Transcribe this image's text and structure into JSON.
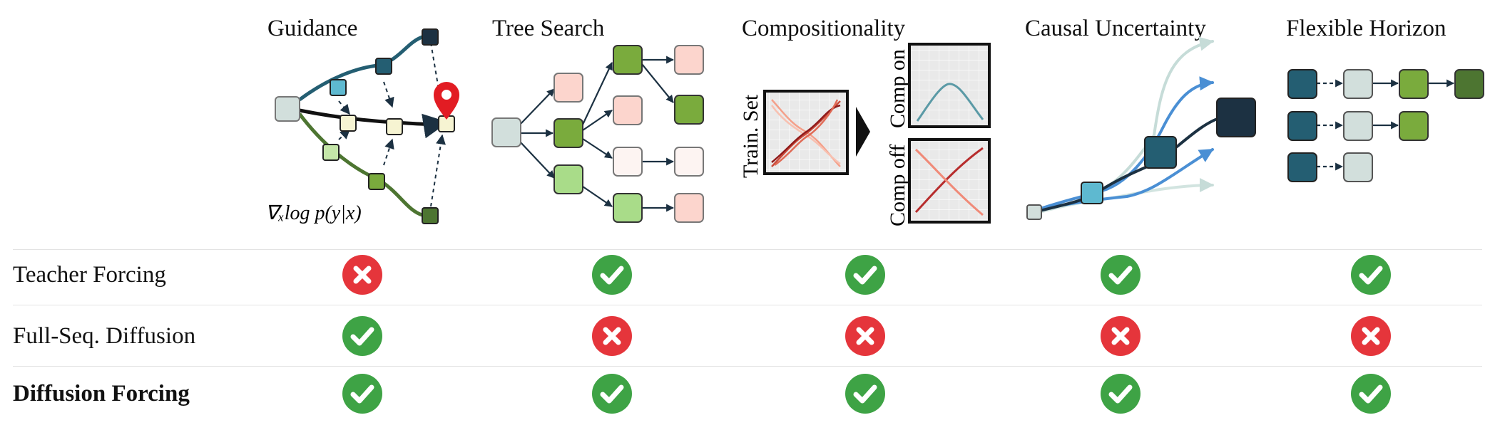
{
  "columns": [
    "Guidance",
    "Tree Search",
    "Compositionality",
    "Causal Uncertainty",
    "Flexible Horizon"
  ],
  "guidance_formula": "∇ₓlog p(y|x)",
  "composition": {
    "train_label": "Train. Set",
    "comp_on_label": "Comp on",
    "comp_off_label": "Comp off"
  },
  "rows": [
    {
      "label": "Teacher Forcing",
      "bold": false,
      "marks": [
        "cross",
        "check",
        "check",
        "check",
        "check"
      ]
    },
    {
      "label": "Full-Seq. Diffusion",
      "bold": false,
      "marks": [
        "check",
        "cross",
        "cross",
        "cross",
        "cross"
      ]
    },
    {
      "label": "Diffusion Forcing",
      "bold": true,
      "marks": [
        "check",
        "check",
        "check",
        "check",
        "check"
      ]
    }
  ],
  "colors": {
    "check": "#3ea345",
    "cross": "#e5353b",
    "pin": "#e21c23",
    "teal_dark": "#245e72",
    "navy": "#1c3142",
    "teal_light": "#5eb9d0",
    "grey_light": "#d2dfdc",
    "green_dark": "#4d7531",
    "green": "#7aab3d",
    "green_light": "#a9dc89",
    "pink": "#fcd5cd",
    "pink_pale": "#fdf4f2",
    "cream": "#f6f4d2"
  }
}
